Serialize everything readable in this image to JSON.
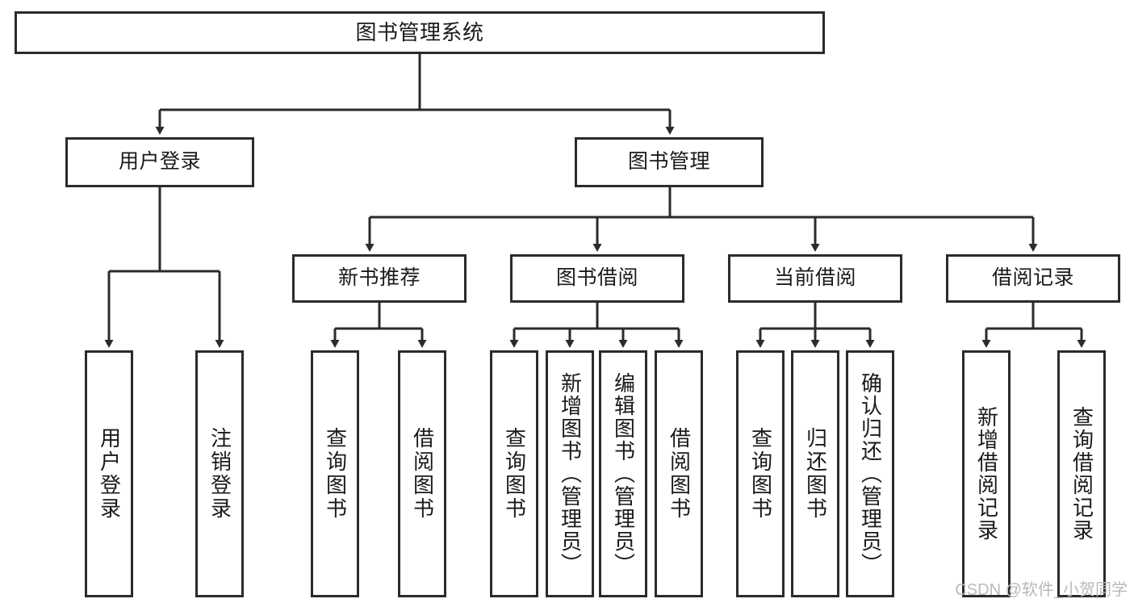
{
  "diagram": {
    "title": "图书管理系统",
    "type": "tree",
    "nodes": {
      "root": {
        "label": "图书管理系统"
      },
      "level2": [
        {
          "label": "用户登录"
        },
        {
          "label": "图书管理"
        }
      ],
      "level3": [
        {
          "label": "新书推荐"
        },
        {
          "label": "图书借阅"
        },
        {
          "label": "当前借阅"
        },
        {
          "label": "借阅记录"
        }
      ],
      "leaves": {
        "user_login": [
          {
            "label": "用户登录"
          },
          {
            "label": "注销登录"
          }
        ],
        "new_book_recommend": [
          {
            "label": "查询图书"
          },
          {
            "label": "借阅图书"
          }
        ],
        "book_borrow": [
          {
            "label": "查询图书"
          },
          {
            "label": "新增图书（管理员）"
          },
          {
            "label": "编辑图书（管理员）"
          },
          {
            "label": "借阅图书"
          }
        ],
        "current_borrow": [
          {
            "label": "查询图书"
          },
          {
            "label": "归还图书"
          },
          {
            "label": "确认归还（管理员）"
          }
        ],
        "borrow_record": [
          {
            "label": "新增借阅记录"
          },
          {
            "label": "查询借阅记录"
          }
        ]
      }
    }
  },
  "watermark": {
    "text": "CSDN @软件_小贺同学"
  },
  "colors": {
    "stroke": "#2b2b2b",
    "fill": "#ffffff",
    "text": "#1a1a1a",
    "watermark": "#b9b9b9"
  }
}
